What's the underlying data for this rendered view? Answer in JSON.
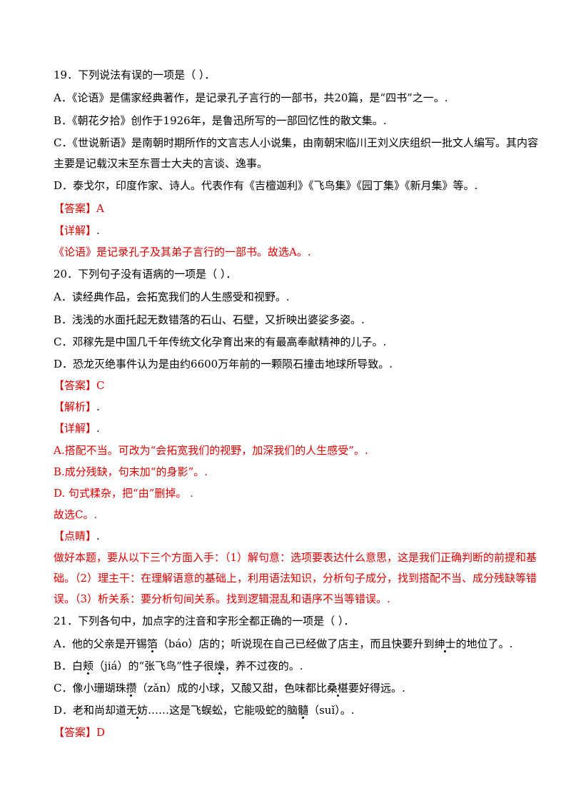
{
  "q19": {
    "stem": "19．下列说法有误的一项是（          ）．",
    "a": "A．《论语》是儒家经典著作，是记录孔子言行的一部书，共20篇，是“四书”之一。.",
    "b": "B．《朝花夕拾》创作于1926年，是鲁迅所写的一部回忆性的散文集。.",
    "c1": "C．《世说新语》是南朝时期所作的文言志人小说集，由南朝宋临川王刘义庆组织一批文人编写。其内容",
    "c2": "主要是记载汉末至东晋士大夫的言谈、逸事。",
    "d": "D．泰戈尔，印度作家、诗人。代表作有《吉檀迦利》《飞鸟集》《园丁集》《新月集》等。.",
    "answer_label": "【答案】",
    "answer_value": "A",
    "detail_label": "【详解】",
    "detail_suffix": ".",
    "detail_text": "《论语》是记录孔子及其弟子言行的一部书。故选A。."
  },
  "q20": {
    "stem": "20．下列句子没有语病的一项是（       ）．",
    "a": "A．读经典作品，会拓宽我们的人生感受和视野。.",
    "b": "B．浅浅的水面托起无数错落的石山、石壁，又折映出婆娑多姿。.",
    "c": "C．邓稼先是中国几千年传统文化孕育出来的有最高奉献精神的儿子。.",
    "d": "D．恐龙灭绝事件认为是由约6600万年前的一颗陨石撞击地球所导致。.",
    "answer_label": "【答案】",
    "answer_value": "C",
    "analysis_label": "【解析】",
    "analysis_suffix": ".",
    "detail_label": "【详解】",
    "detail_suffix": ".",
    "exp1": "A.搭配不当。可改为“会拓宽我们的视野，加深我们的人生感受”。.",
    "exp2": "B.成分残缺，句末加“的身影”。.",
    "exp3": "D. 句式糅杂，把“由”删掉。  .",
    "conclusion": "故选C。.",
    "tip_label": "【点睛】",
    "tip_suffix": ".",
    "tip1": "做好本题，要从以下三个方面入手：（1）解句意：选项要表达什么意思，这是我们正确判断的前提和基",
    "tip2": "础。（2）理主干：在理解语意的基础上，利用语法知识，分析句子成分，找到搭配不当、成分残缺等错",
    "tip3": "误。（3）析关系：要分析句间关系。找到逻辑混乱和语序不当等错误。."
  },
  "q21": {
    "stem": "21．下列各句中，加点字的注音和字形全都正确的一项是（       ）．",
    "a_pre": "A．他的父亲是开锡",
    "a_dot1": "箔",
    "a_mid": "（báo）店的；听说现在自己已经做了店主，而且快要升到",
    "a_dot2": "绅士",
    "a_post": "的地位了。.",
    "b_pre": "B．白",
    "b_dot1": "颊",
    "b_mid": "（jiá）的“张飞鸟”性子很",
    "b_dot2": "燥",
    "b_post": "，养不过夜的。.",
    "c_pre": "C．像小珊瑚珠",
    "c_dot1": "攒",
    "c_mid": "（zǎn）成的小球，又酸又甜，色味都比",
    "c_dot2": "桑椹",
    "c_post": "要好得远。.",
    "d_pre": "D．老和尚却道",
    "d_dot1": "无妨",
    "d_mid": "……这是飞蜈蚣，它能吸蛇的脑",
    "d_dot2": "髓",
    "d_post": "（suǐ）。.",
    "answer_label": "【答案】",
    "answer_value": "D"
  }
}
